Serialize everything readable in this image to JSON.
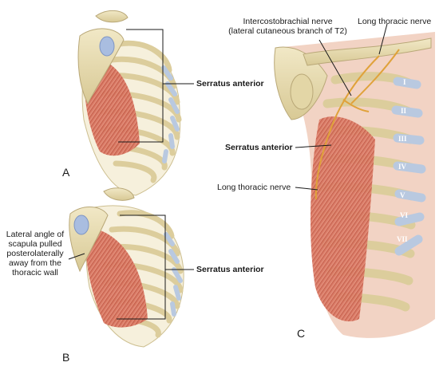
{
  "panels": {
    "a": "A",
    "b": "B",
    "c": "C"
  },
  "labels": {
    "serratus_a": "Serratus anterior",
    "serratus_b": "Serratus anterior",
    "serratus_c": "Serratus anterior",
    "intercostobrachial_line1": "Intercostobrachial nerve",
    "intercostobrachial_line2": "(lateral cutaneous branch of T2)",
    "long_thoracic_top": "Long thoracic nerve",
    "long_thoracic_side": "Long thoracic nerve",
    "scapula_line1": "Lateral angle of",
    "scapula_line2": "scapula pulled",
    "scapula_line3": "posterolaterally",
    "scapula_line4": "away from the",
    "scapula_line5": "thoracic wall"
  },
  "rib_numbers": [
    "I",
    "II",
    "III",
    "IV",
    "V",
    "VI",
    "VII"
  ],
  "colors": {
    "bone": "#e8ddb4",
    "bone_edge": "#b9a878",
    "cartilage": "#b9c9e0",
    "muscle": "#d9745f",
    "muscle_light": "#e79a86",
    "nerve": "#e0a23a",
    "skin_bg": "#f2d3c4"
  }
}
